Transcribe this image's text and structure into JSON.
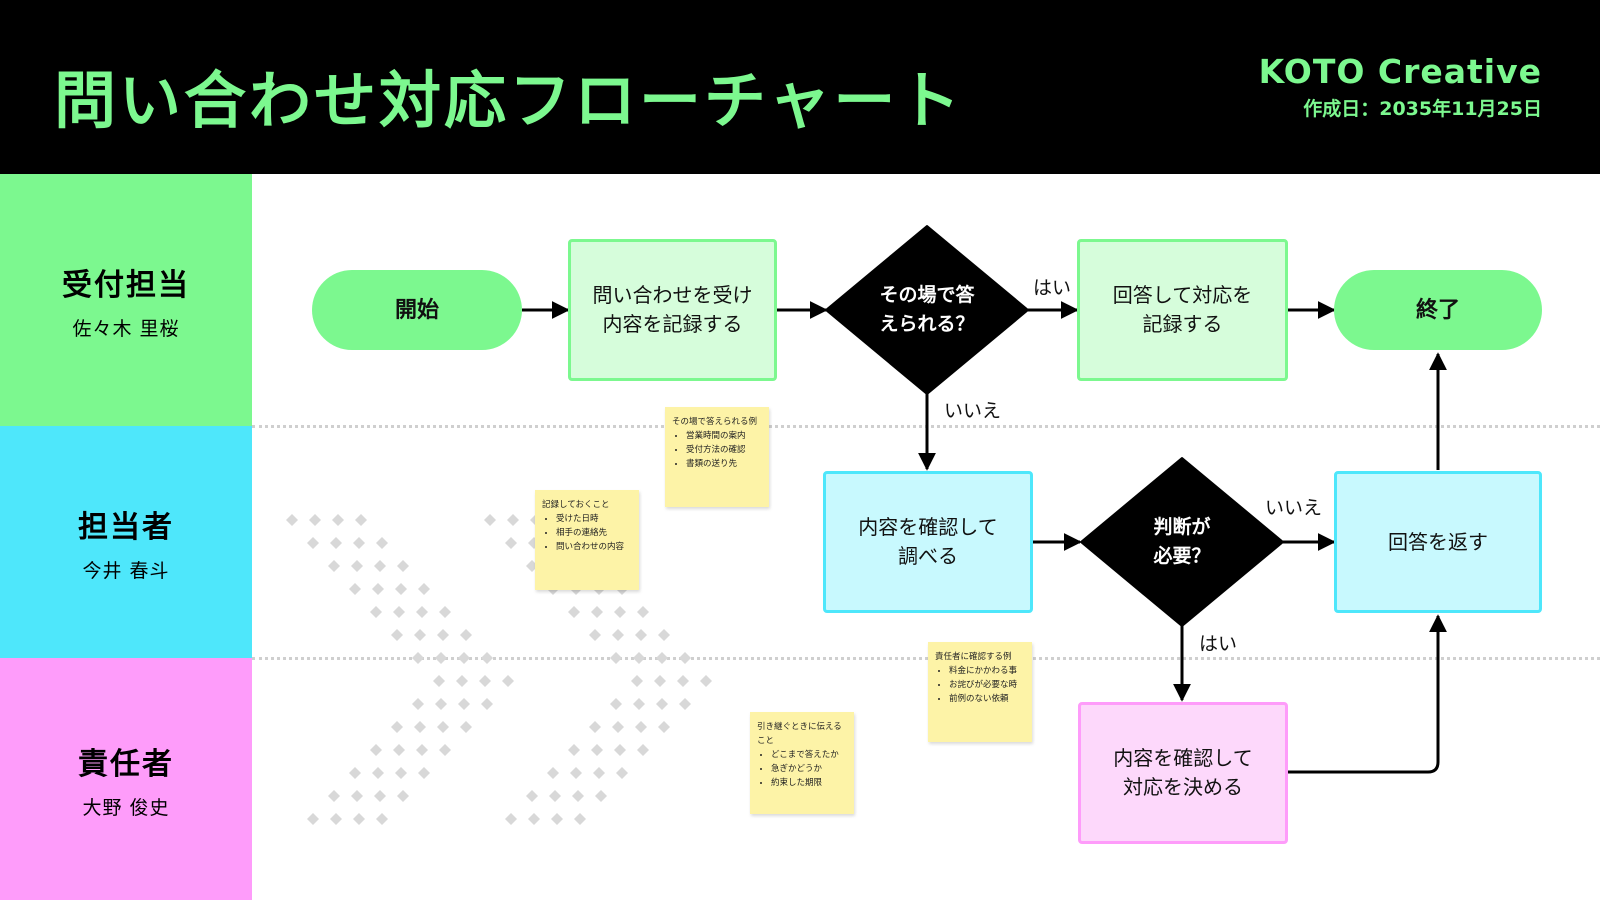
{
  "header": {
    "title": "問い合わせ対応フローチャート",
    "company": "KOTO Creative",
    "date": "作成日：2035年11月25日"
  },
  "colors": {
    "header_bg": "#000000",
    "accent_green": "#7cf88f",
    "lane_cyan": "#4ee7fb",
    "lane_pink": "#fe9cfa",
    "note_yellow": "#fdf3a7"
  },
  "lanes": [
    {
      "role": "受付担当",
      "person": "佐々木 里桜"
    },
    {
      "role": "担当者",
      "person": "今井 春斗"
    },
    {
      "role": "責任者",
      "person": "大野 俊史"
    }
  ],
  "nodes": {
    "start": "開始",
    "receive": "問い合わせを受け\n内容を記録する",
    "decision1": "その場で答\nえられる？",
    "record_answer": "回答して対応を\n記録する",
    "end": "終了",
    "investigate": "内容を確認して\n調べる",
    "decision2": "判断が\n必要？",
    "reply": "回答を返す",
    "decide": "内容を確認して\n対応を決める"
  },
  "edge_labels": {
    "d1_yes": "はい",
    "d1_no": "いいえ",
    "d2_no": "いいえ",
    "d2_yes": "はい"
  },
  "notes": {
    "instant": {
      "title": "その場で答えられる例",
      "items": [
        "営業時間の案内",
        "受付方法の確認",
        "書類の送り先"
      ]
    },
    "record": {
      "title": "記録しておくこと",
      "items": [
        "受けた日時",
        "相手の連絡先",
        "問い合わせの内容"
      ]
    },
    "manager": {
      "title": "責任者に確認する例",
      "items": [
        "料金にかかわる事",
        "お詫びが必要な時",
        "前例のない依頼"
      ]
    },
    "handover": {
      "title": "引き継ぐときに伝えること",
      "items": [
        "どこまで答えたか",
        "急ぎかどうか",
        "約束した期限"
      ]
    }
  }
}
